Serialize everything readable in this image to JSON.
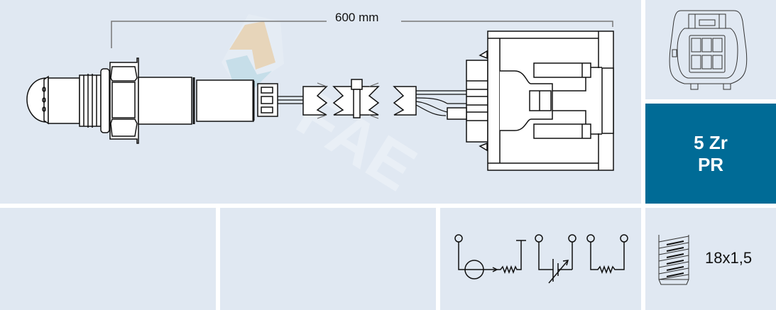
{
  "product": {
    "cable_length": "600 mm",
    "sensor_type": {
      "line1": "5 Zr",
      "line2": "PR"
    },
    "thread_size": "18x1,5"
  },
  "colors": {
    "panel_bg": "#e0e8f2",
    "accent_blue": "#006b96",
    "line": "#111111",
    "watermark_orange": "#e8d3b4",
    "watermark_blue": "#c4dde9"
  },
  "icons": {
    "sensor_drawing": "lambda-sensor-drawing",
    "connector_face": "connector-face-icon",
    "circuit": "circuit-diagram-icon",
    "thread": "thread-icon",
    "watermark": "fae-logo-watermark"
  },
  "watermark_text": "FAE"
}
